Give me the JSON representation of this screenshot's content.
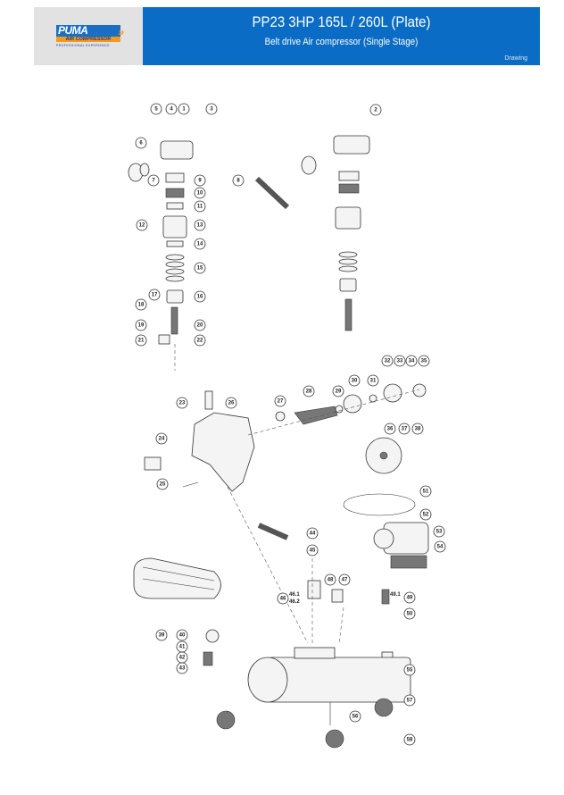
{
  "header": {
    "logo_brand": "PUMA",
    "logo_product": "AIR COMPRESSOR",
    "logo_tagline": "PROFESSIONAL EXPERIENCE",
    "title": "PP23 3HP 165L / 260L (Plate)",
    "subtitle": "Belt drive Air compressor (Single Stage)",
    "section_tag": "Drawing"
  },
  "diagram": {
    "callouts": [
      "5",
      "4",
      "1",
      "3",
      "6",
      "7",
      "9",
      "10",
      "11",
      "12",
      "13",
      "14",
      "15",
      "16",
      "17",
      "18",
      "19",
      "20",
      "21",
      "22",
      "8",
      "2",
      "23",
      "26",
      "27",
      "28",
      "29",
      "30",
      "31",
      "32",
      "33",
      "34",
      "35",
      "24",
      "25",
      "36",
      "37",
      "38",
      "51",
      "44",
      "52",
      "53",
      "54",
      "45",
      "48",
      "47",
      "46",
      "49",
      "50",
      "39",
      "40",
      "41",
      "42",
      "43",
      "55",
      "57",
      "56",
      "58"
    ],
    "sub_labels": [
      "46.1",
      "46.2",
      "49.1"
    ]
  }
}
